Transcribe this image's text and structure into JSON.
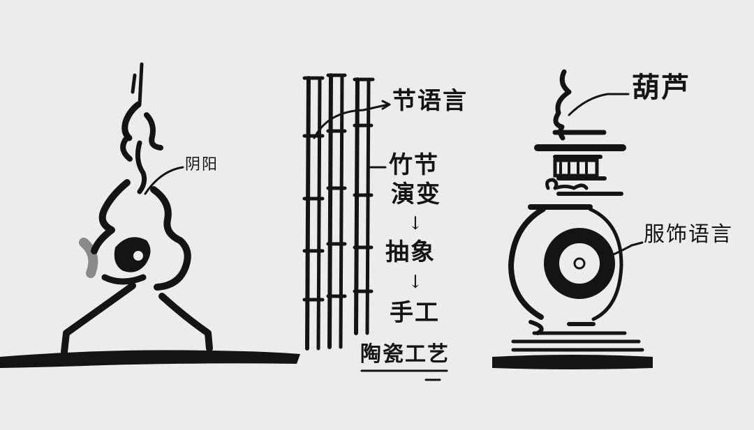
{
  "labels": {
    "yinyang": "阴阳",
    "bamboo_language": "节语言",
    "bamboo_evolution_1": "竹节",
    "bamboo_evolution_2": "演变",
    "arrow_1": "↓",
    "abstract": "抽象",
    "arrow_2": "↓",
    "handcraft": "手工",
    "ceramic_craft": "陶瓷工艺",
    "gourd": "葫芦",
    "clothing_language": "服饰语言"
  },
  "colors": {
    "paper": "#ececec",
    "ink": "#141414"
  }
}
